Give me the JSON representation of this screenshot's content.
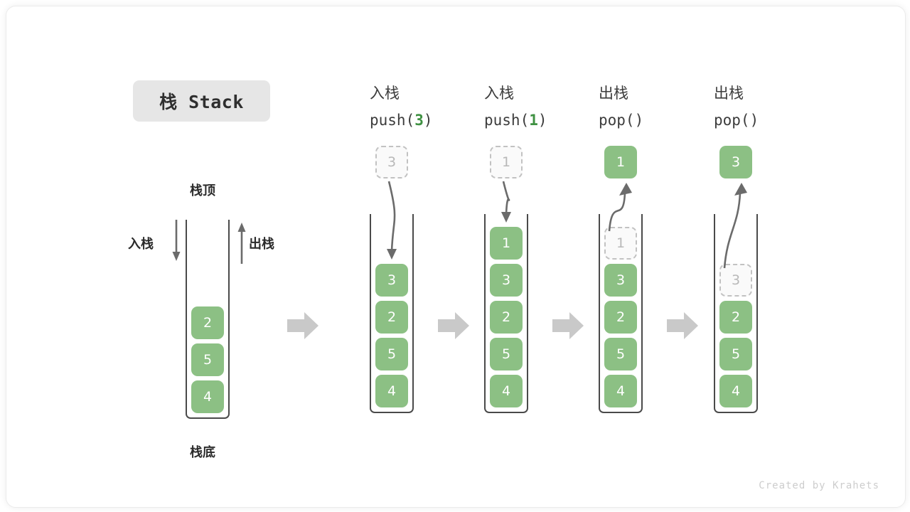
{
  "title_badge": {
    "label": "栈 Stack"
  },
  "legend": {
    "top_label": "栈顶",
    "bottom_label": "栈底",
    "push_label": "入栈",
    "pop_label": "出栈"
  },
  "footer": {
    "credit": "Created by Krahets"
  },
  "colors": {
    "cell_fill": "#8cc084",
    "cell_text": "#ffffff",
    "ghost_fill": "#fafafa",
    "ghost_border": "#c2c2c2",
    "ghost_text": "#b8b8b8",
    "accent_number": "#3f9142",
    "container_stroke": "#4a4a4a",
    "arrow_gray": "#6b6b6b",
    "step_arrow": "#c9c9c9",
    "badge_bg": "#e6e6e6"
  },
  "initial_stack": {
    "name": "initial",
    "cells": [
      "2",
      "5",
      "4"
    ]
  },
  "steps": [
    {
      "id": "push3",
      "head_cn": "入栈",
      "head_op_prefix": "push(",
      "head_op_value": "3",
      "head_op_suffix": ")",
      "floating": {
        "value": "3",
        "style": "ghost",
        "position": "above"
      },
      "arrow": "down-into-stack",
      "cells": [
        "3",
        "2",
        "5",
        "4"
      ],
      "ghost_index": -1
    },
    {
      "id": "push1",
      "head_cn": "入栈",
      "head_op_prefix": "push(",
      "head_op_value": "1",
      "head_op_suffix": ")",
      "floating": {
        "value": "1",
        "style": "ghost",
        "position": "above"
      },
      "arrow": "down-into-stack",
      "cells": [
        "1",
        "3",
        "2",
        "5",
        "4"
      ],
      "ghost_index": -1
    },
    {
      "id": "pop1",
      "head_cn": "出栈",
      "head_op_prefix": "pop(",
      "head_op_value": "",
      "head_op_suffix": ")",
      "floating": {
        "value": "1",
        "style": "filled",
        "position": "above"
      },
      "arrow": "up-out-of-stack",
      "cells": [
        "1",
        "3",
        "2",
        "5",
        "4"
      ],
      "ghost_index": 0
    },
    {
      "id": "pop3",
      "head_cn": "出栈",
      "head_op_prefix": "pop(",
      "head_op_value": "",
      "head_op_suffix": ")",
      "floating": {
        "value": "3",
        "style": "filled",
        "position": "above"
      },
      "arrow": "up-out-of-stack",
      "cells": [
        "3",
        "2",
        "5",
        "4"
      ],
      "ghost_index": 0
    }
  ],
  "transition_arrows": [
    {
      "id": "t0",
      "label": "step-arrow"
    },
    {
      "id": "t1",
      "label": "step-arrow"
    },
    {
      "id": "t2",
      "label": "step-arrow"
    },
    {
      "id": "t3",
      "label": "step-arrow"
    }
  ]
}
